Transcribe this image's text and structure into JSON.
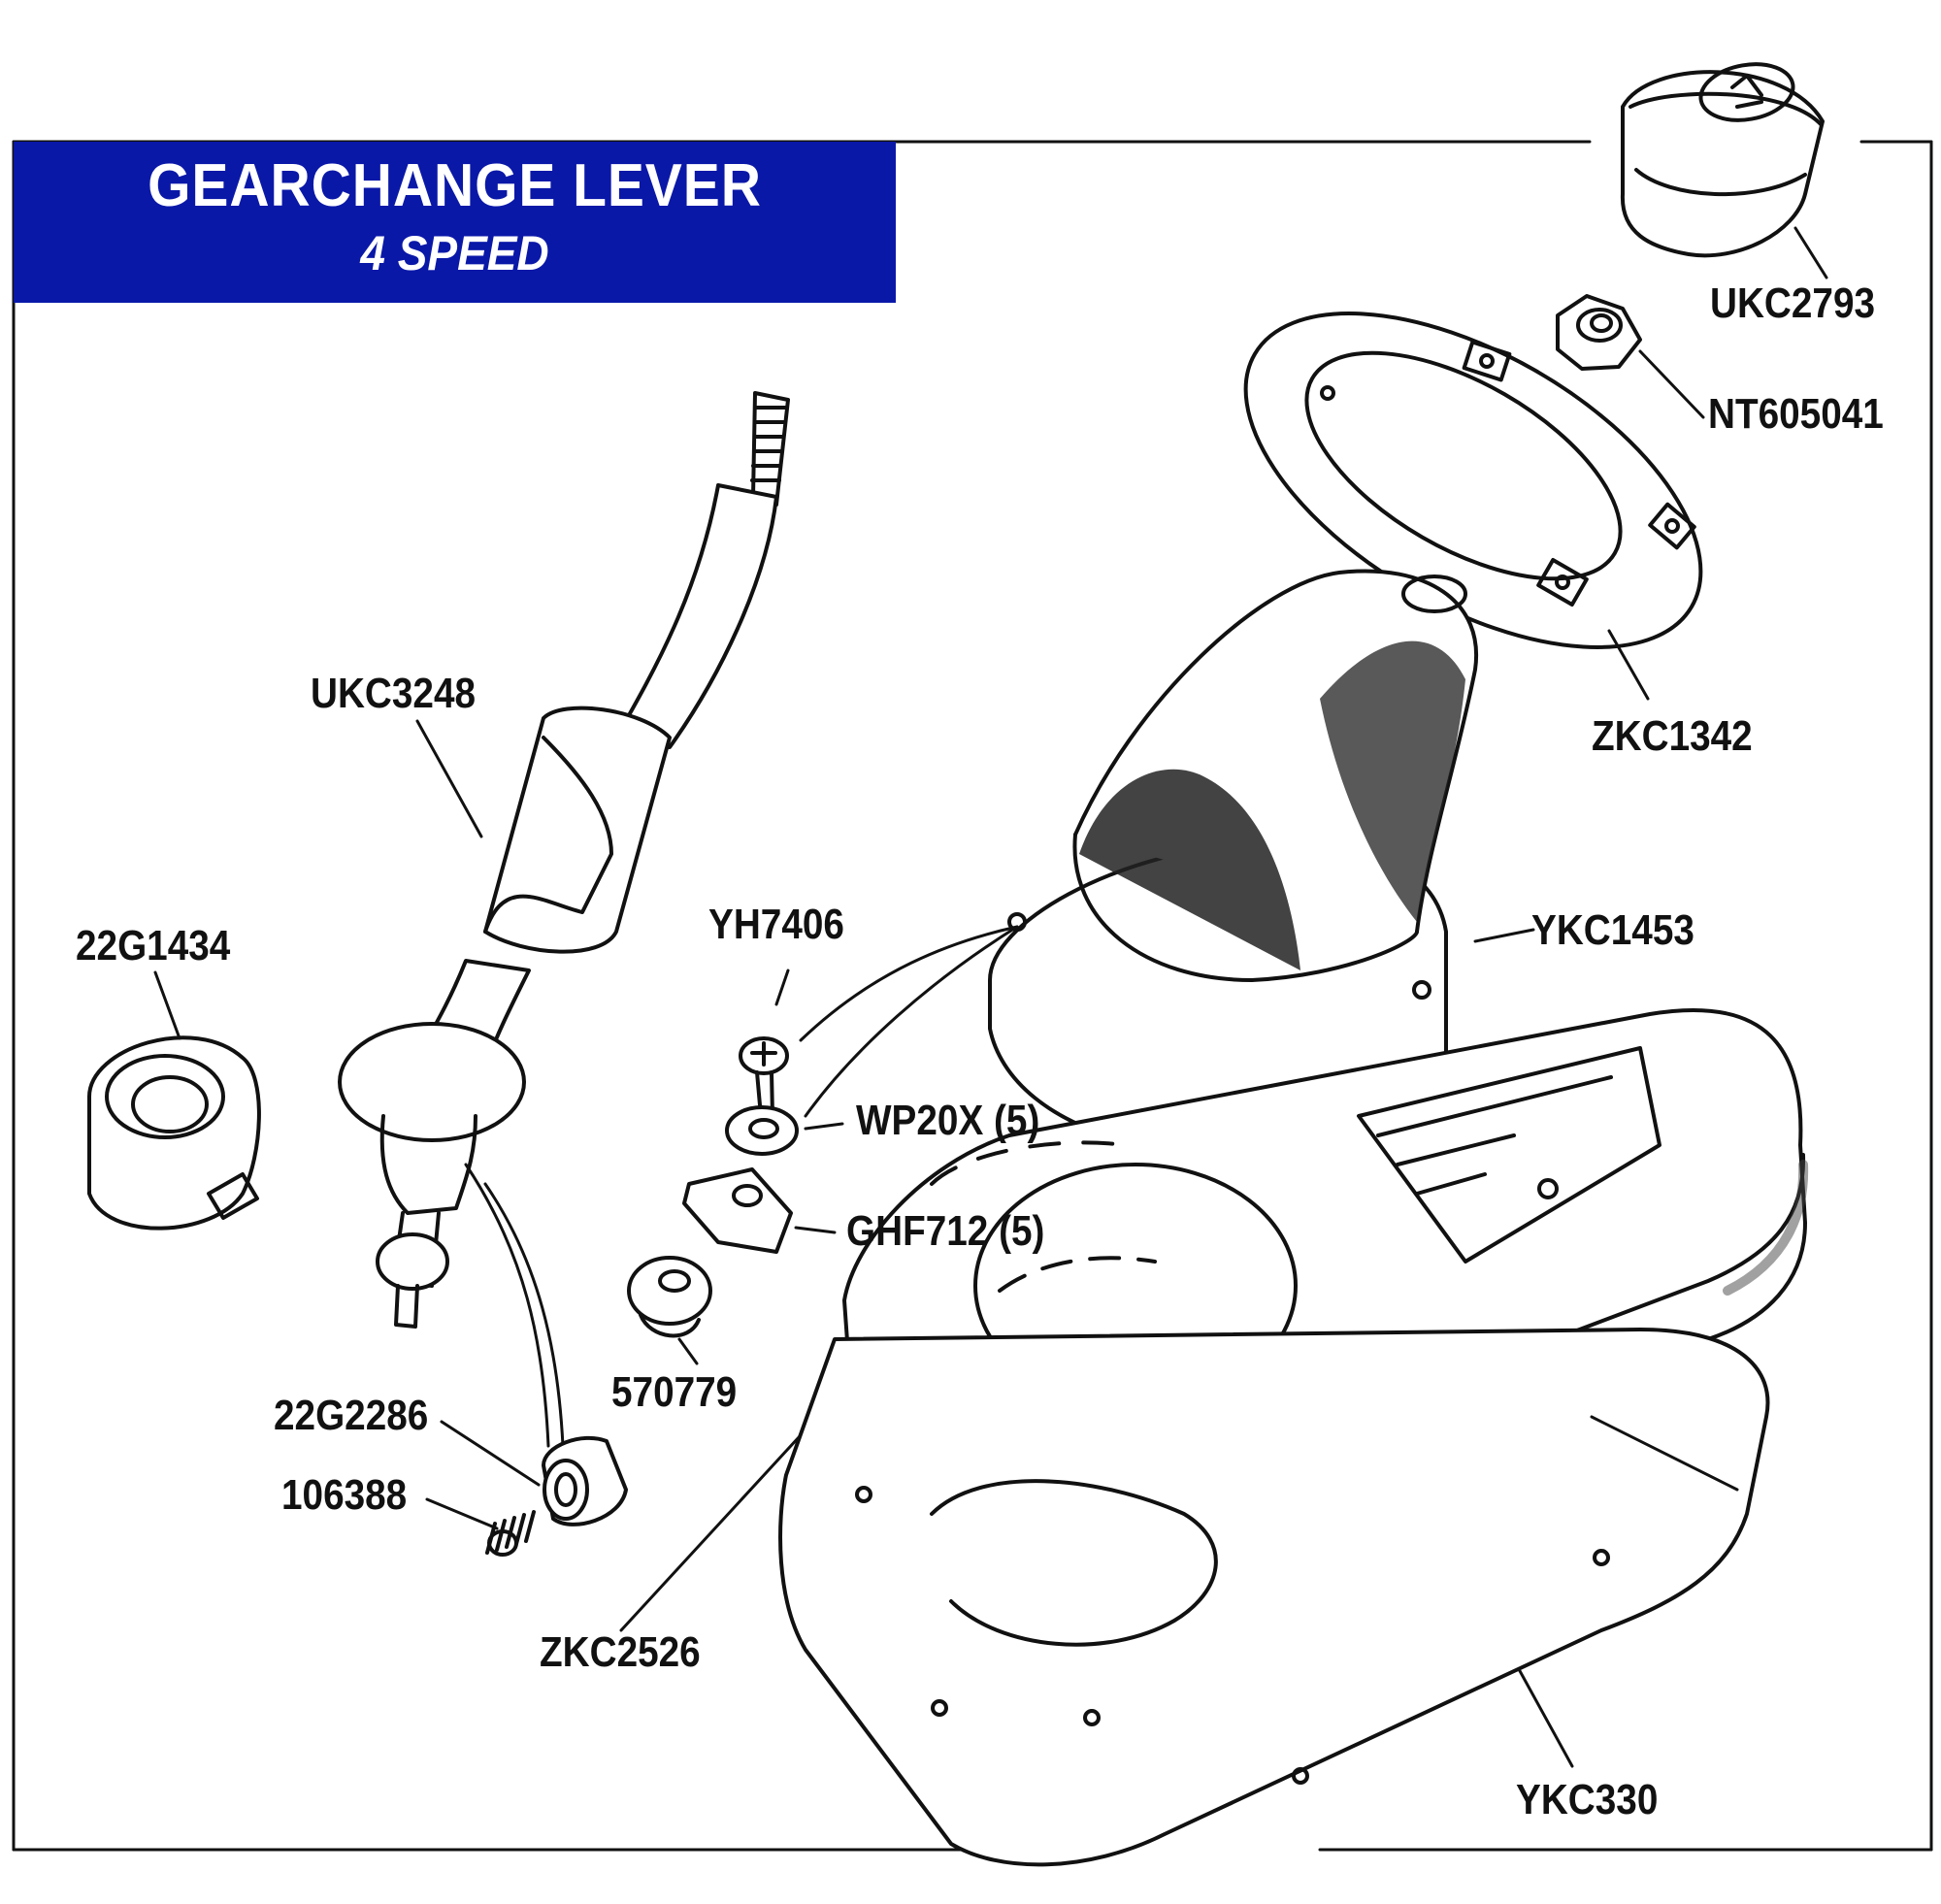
{
  "title": {
    "main": "GEARCHANGE LEVER",
    "sub": "4 SPEED"
  },
  "colors": {
    "title_bg": "#0a18a8",
    "title_text": "#ffffff",
    "lines": "#111111"
  },
  "parts": [
    {
      "id": "ukc2793",
      "label": "UKC2793"
    },
    {
      "id": "nt605041",
      "label": "NT605041"
    },
    {
      "id": "zkc1342",
      "label": "ZKC1342"
    },
    {
      "id": "ukc3248",
      "label": "UKC3248"
    },
    {
      "id": "yh7406",
      "label": "YH7406"
    },
    {
      "id": "ykc1453",
      "label": "YKC1453"
    },
    {
      "id": "22g1434",
      "label": "22G1434"
    },
    {
      "id": "wp20x",
      "label": "WP20X (5)"
    },
    {
      "id": "ghf712",
      "label": "GHF712 (5)"
    },
    {
      "id": "570779",
      "label": "570779"
    },
    {
      "id": "22g2286",
      "label": "22G2286"
    },
    {
      "id": "106388",
      "label": "106388"
    },
    {
      "id": "zkc2526",
      "label": "ZKC2526"
    },
    {
      "id": "ykc330",
      "label": "YKC330"
    }
  ]
}
